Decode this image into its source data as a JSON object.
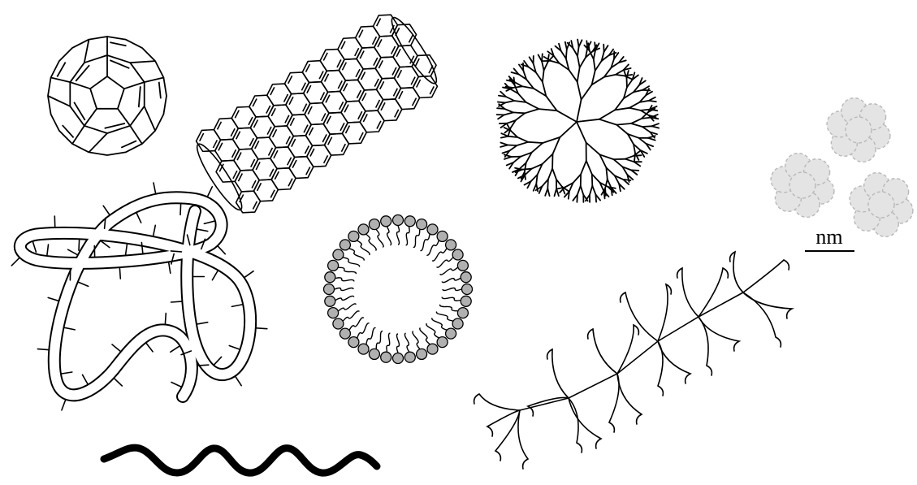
{
  "scale_bar": {
    "label": "nm"
  },
  "figure": {
    "structures": [
      "fullerene",
      "carbon-nanotube",
      "dendrimer",
      "nanoparticle-cluster",
      "protein-ribbon",
      "liposome",
      "hyperbranched-polymer",
      "linear-polymer"
    ]
  }
}
